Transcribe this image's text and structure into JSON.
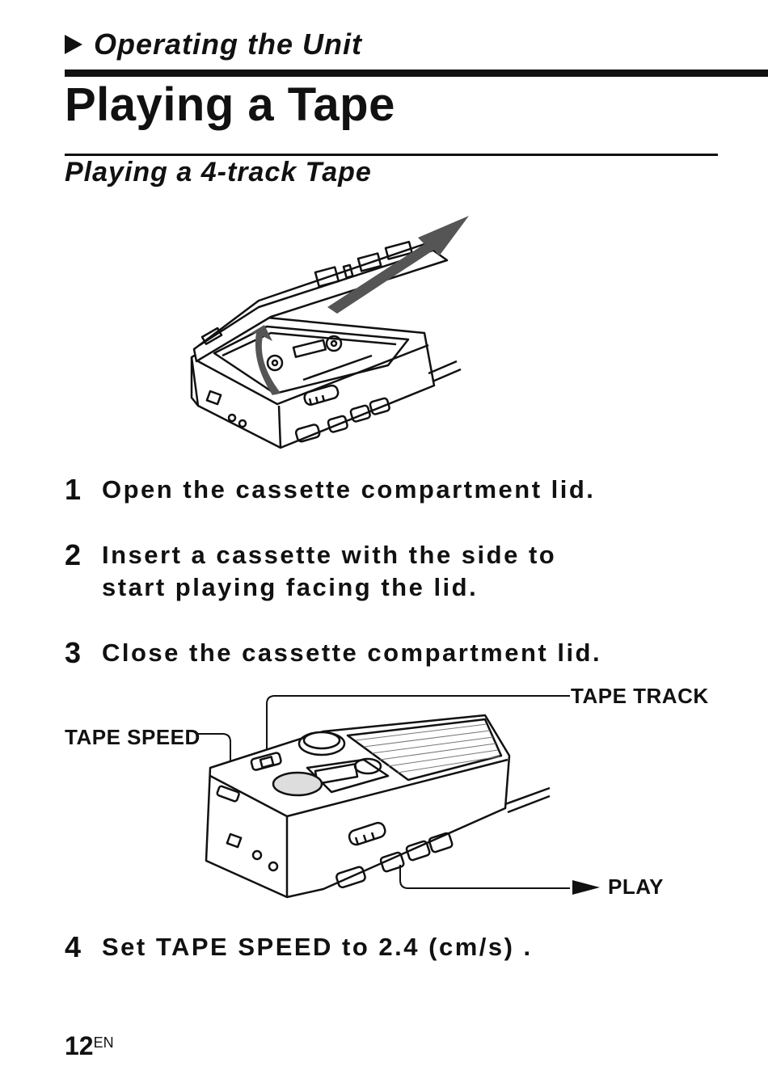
{
  "header": {
    "section_label": "Operating the Unit",
    "title": "Playing a Tape",
    "subtitle": "Playing a 4-track Tape"
  },
  "steps": [
    {
      "number": "1",
      "text": "Open the cassette compartment lid."
    },
    {
      "number": "2",
      "text": "Insert a cassette with the side to start playing facing the lid."
    },
    {
      "number": "3",
      "text": "Close the cassette compartment lid."
    },
    {
      "number": "4",
      "text": "Set TAPE SPEED to 2.4 (cm/s) ."
    }
  ],
  "callouts": {
    "tape_track": "TAPE TRACK",
    "tape_speed": "TAPE SPEED",
    "play": "PLAY"
  },
  "footer": {
    "page_number": "12",
    "language_suffix": "EN"
  }
}
